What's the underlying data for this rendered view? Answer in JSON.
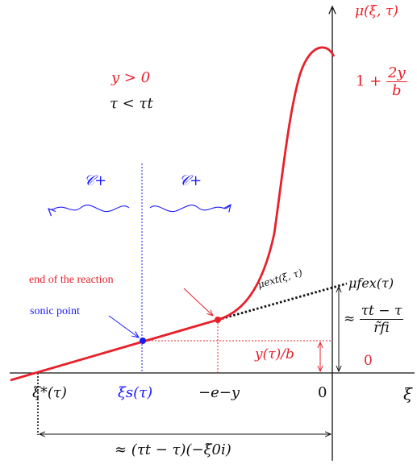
{
  "labels": {
    "mu_axis": "μ(ξ, τ)",
    "xi_axis": "ξ",
    "plateau_prefix": "1 +",
    "plateau_num": "2y",
    "plateau_den": "b",
    "y_cond": "y > 0",
    "tau_cond": "τ < τt",
    "c_plus_left": "𝒞+",
    "c_plus_right": "𝒞+",
    "end_reaction": "end of the reaction",
    "sonic_point": "sonic point",
    "mu_ext": "μext(ξ, τ)",
    "mu_f_ex": "μfex(τ)",
    "approx_prefix": "≈",
    "approx_num": "τt − τ",
    "approx_den": "r̃fi",
    "y_over_b": "y(τ)/b",
    "zero_red": "0",
    "xi_star": "ξ*(τ)",
    "xi_s": "ξs(τ)",
    "neg_exp": "−e−y",
    "zero_axis": "0",
    "bottom_span": "≈ (τt − τ)(−ξ̃0i)"
  },
  "colors": {
    "accent_red": "#e8202a",
    "accent_blue": "#1a1aff",
    "ink": "#111111"
  }
}
